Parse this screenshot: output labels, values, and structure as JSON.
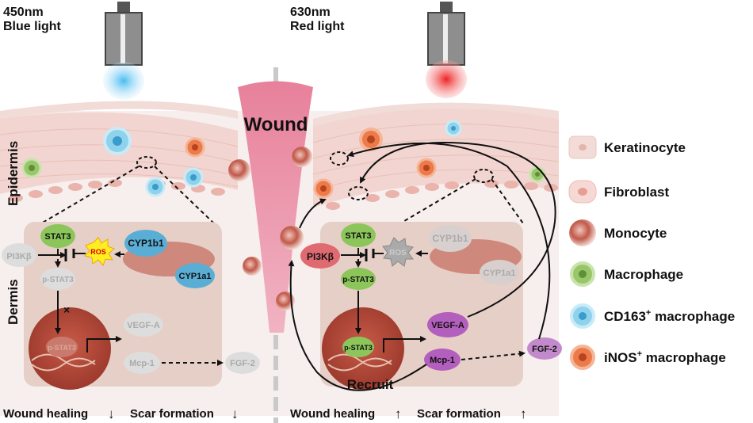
{
  "left_panel": {
    "wavelength": "450nm",
    "light": "Blue light",
    "epidermis_label": "Epidermis",
    "dermis_label": "Dermis",
    "nodes": {
      "pi3k": "PI3Kβ",
      "stat3": "STAT3",
      "ros": "ROS",
      "cyp1b1": "CYP1b1",
      "cyp1a1": "CYP1a1",
      "pstat3": "p-STAT3",
      "pstat3_nuc": "p-STAT3",
      "vegfa": "VEGF-A",
      "mcp1": "Mcp-1",
      "fgf2": "FGF-2",
      "block_mark": "×"
    },
    "outcome_healing": "Wound healing",
    "outcome_scar": "Scar formation",
    "healing_arrow": "↓",
    "scar_arrow": "↓"
  },
  "wound_label": "Wound",
  "right_panel": {
    "wavelength": "630nm",
    "light": "Red light",
    "nodes": {
      "pi3k": "PI3Kβ",
      "stat3": "STAT3",
      "ros": "ROS",
      "cyp1b1": "CYP1b1",
      "cyp1a1": "CYP1a1",
      "pstat3": "p-STAT3",
      "pstat3_nuc": "p-STAT3",
      "vegfa": "VEGF-A",
      "mcp1": "Mcp-1",
      "fgf2": "FGF-2",
      "recruit": "Recruit"
    },
    "outcome_healing": "Wound healing",
    "outcome_scar": "Scar formation",
    "healing_arrow": "↑",
    "scar_arrow": "↑"
  },
  "legend": [
    {
      "name": "Keratinocyte",
      "icon": "keratinocyte"
    },
    {
      "name": "Fibroblast",
      "icon": "fibroblast"
    },
    {
      "name": "Monocyte",
      "icon": "monocyte"
    },
    {
      "name": "Macrophage",
      "icon": "macrophage"
    },
    {
      "name": "CD163",
      "sup": "+",
      "suffix": " macrophage",
      "icon": "cd163-macrophage"
    },
    {
      "name": "iNOS",
      "sup": "+",
      "suffix": " macrophage",
      "icon": "inos-macrophage"
    }
  ],
  "colors": {
    "blue_light": "#3fb8f0",
    "red_light": "#ee2222",
    "wound": "#e8809a",
    "stat3": "#8cc65a",
    "pi3k": "#e06a72",
    "vegf": "#b35fbd",
    "cyp": "#5aaed6",
    "dermis_box": "#e6cfc6",
    "nucleus": "#b8483a"
  }
}
